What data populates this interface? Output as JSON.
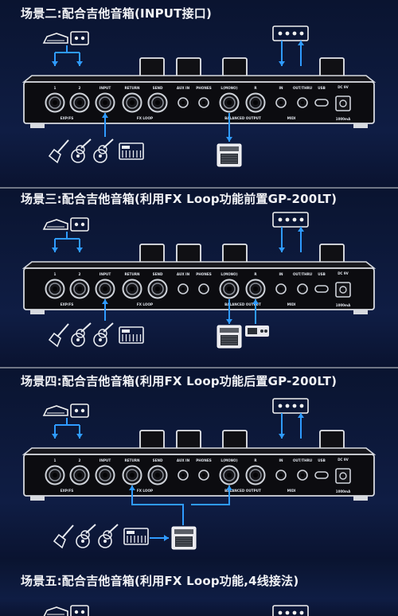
{
  "scenes": [
    {
      "title": "场景二:配合吉他音箱(INPUT接口)"
    },
    {
      "title": "场景三:配合吉他音箱(利用FX Loop功能前置GP-200LT)"
    },
    {
      "title": "场景四:配合吉他音箱(利用FX Loop功能后置GP-200LT)"
    },
    {
      "title": "场景五:配合吉他音箱(利用FX Loop功能,4线接法)"
    }
  ],
  "panel": {
    "jack_1": "1",
    "jack_2": "2",
    "exp_fs": "EXP/FS",
    "input": "INPUT",
    "return": "RETURN",
    "send": "SEND",
    "fx_loop": "FX LOOP",
    "aux_in": "AUX IN",
    "phones": "PHONES",
    "l_mono": "L(MONO)",
    "r": "R",
    "balanced_output": "BALANCED OUTPUT",
    "midi_in": "IN",
    "midi_out": "OUT/THRU",
    "midi": "MIDI",
    "usb": "USB",
    "dc": "DC 9V",
    "current": "1000mA"
  },
  "colors": {
    "accent": "#2f9bff",
    "background": "#0b1430",
    "panel": "#0c0c10",
    "device": "#e9e9ee"
  }
}
